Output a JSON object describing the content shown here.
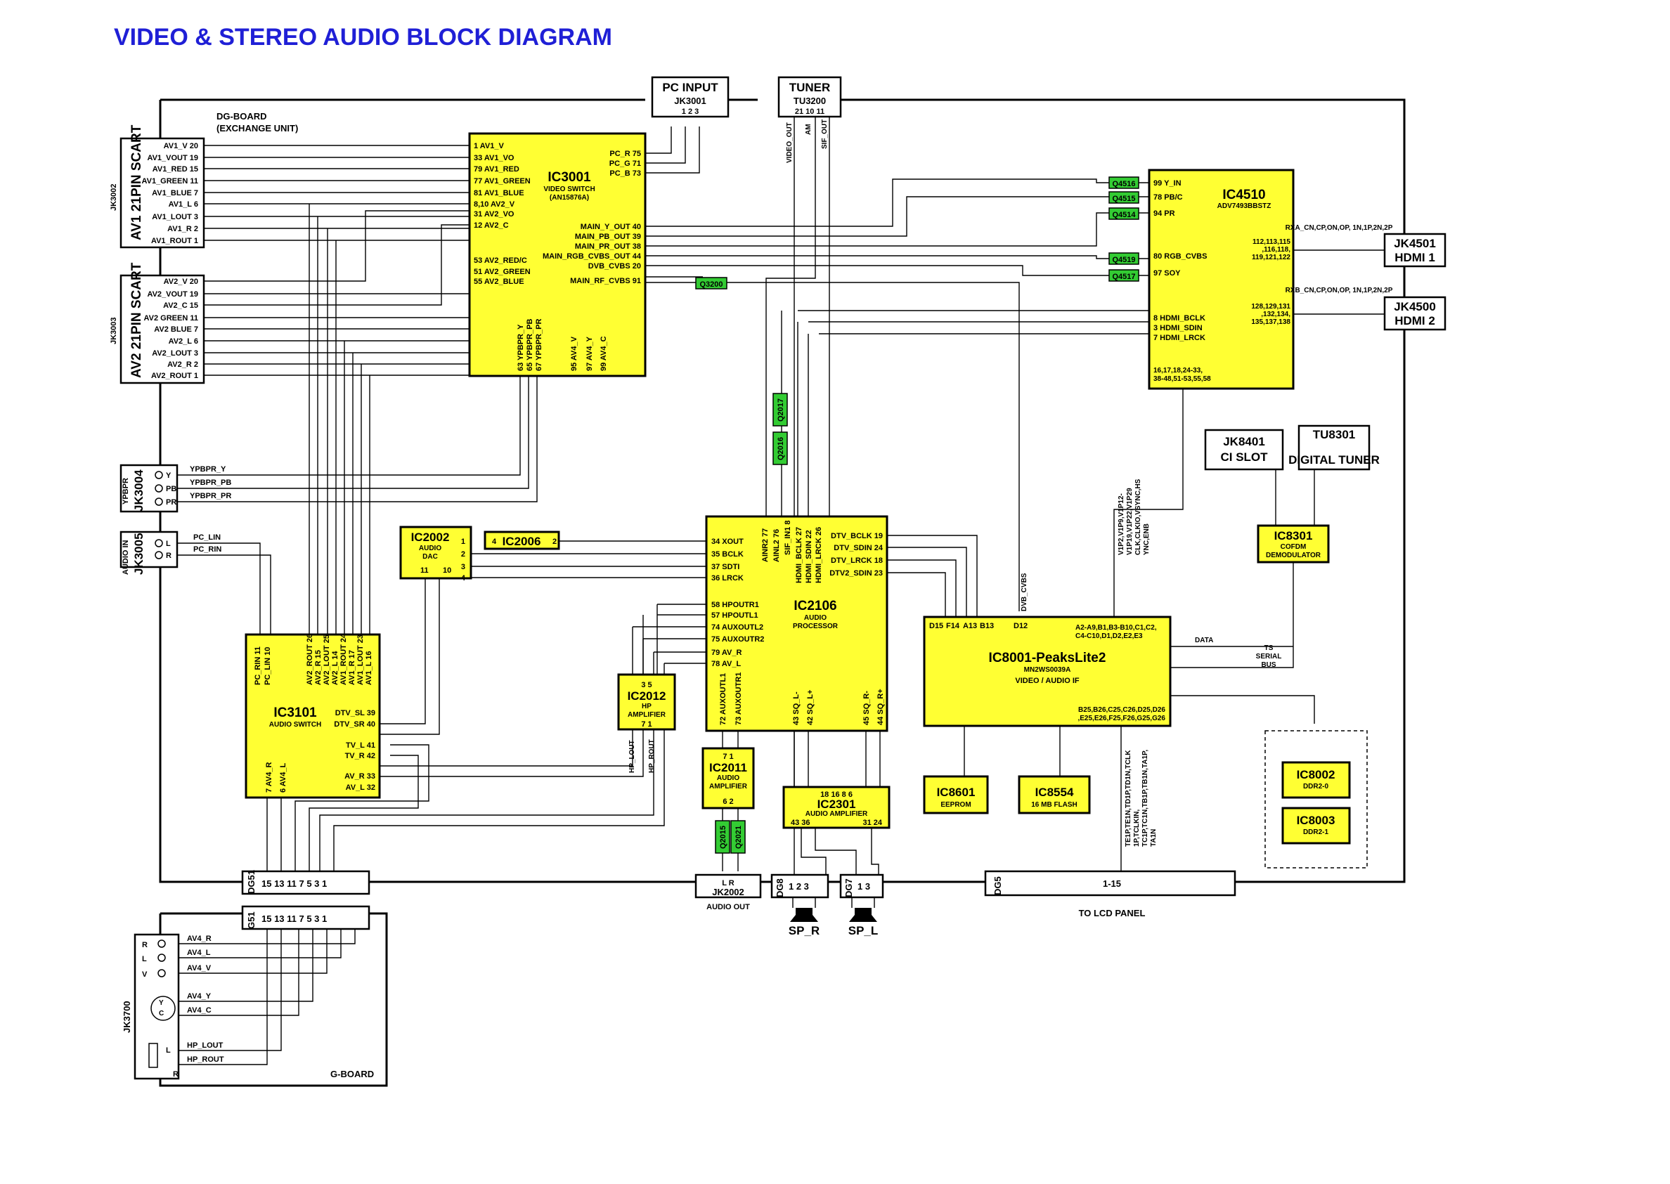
{
  "title": "VIDEO & STEREO AUDIO BLOCK DIAGRAM",
  "board_labels": {
    "dg_board_1": "DG-BOARD",
    "dg_board_2": "(EXCHANGE UNIT)",
    "g_board": "G-BOARD",
    "to_lcd_panel": "TO LCD PANEL",
    "audio_out": "AUDIO OUT",
    "sp_r": "SP_R",
    "sp_l": "SP_L"
  },
  "connectors": {
    "pc_input": {
      "name": "PC INPUT",
      "ref": "JK3001",
      "pins": "1 2 3"
    },
    "tuner": {
      "name": "TUNER",
      "ref": "TU3200",
      "pins": "21 10 11"
    },
    "tuner_signals": [
      "VIDEO_OUT",
      "AM",
      "SIF_OUT"
    ],
    "jk3002": {
      "ref": "JK3002",
      "name": "AV1 21PIN SCART",
      "pins": [
        "AV1_V 20",
        "AV1_VOUT 19",
        "AV1_RED 15",
        "AV1_GREEN 11",
        "AV1_BLUE 7",
        "AV1_L 6",
        "AV1_LOUT 3",
        "AV1_R 2",
        "AV1_ROUT 1"
      ]
    },
    "jk3003": {
      "ref": "JK3003",
      "name": "AV2 21PIN SCART",
      "pins": [
        "AV2_V 20",
        "AV2_VOUT 19",
        "AV2_C 15",
        "AV2 GREEN 11",
        "AV2 BLUE 7",
        "AV2_L 6",
        "AV2_LOUT 3",
        "AV2_R 2",
        "AV2_ROUT 1"
      ]
    },
    "jk3004": {
      "ref": "JK3004",
      "side": "YPBPR",
      "pins": [
        "Y",
        "PB",
        "PR"
      ],
      "signals": [
        "YPBPR_Y",
        "YPBPR_PB",
        "YPBPR_PR"
      ]
    },
    "jk3005": {
      "ref": "JK3005",
      "side": "AUDIO IN",
      "pins": [
        "L",
        "R"
      ],
      "signals": [
        "PC_LIN",
        "PC_RIN"
      ]
    },
    "jk4501": {
      "ref": "JK4501",
      "name": "HDMI 1",
      "bus": "RXA_CN,CP,ON,OP, 1N,1P,2N,2P"
    },
    "jk4500": {
      "ref": "JK4500",
      "name": "HDMI 2",
      "bus": "RXB_CN,CP,ON,OP, 1N,1P,2N,2P"
    },
    "jk8401": {
      "ref": "JK8401",
      "name": "CI SLOT"
    },
    "tu8301": {
      "ref": "TU8301",
      "name": "DIGITAL TUNER"
    },
    "jk2002": {
      "ref": "JK2002",
      "pins": "L R"
    },
    "dg51": {
      "ref": "DG51",
      "pins": "15 13 11 7 5 3 1"
    },
    "g51": {
      "ref": "G51",
      "pins": "15 13 11 7 5 3 1"
    },
    "dg8": {
      "ref": "DG8",
      "pins": "1 2 3"
    },
    "dg7": {
      "ref": "DG7",
      "pins": "1 3"
    },
    "dg5": {
      "ref": "DG5",
      "pins": "1-15"
    },
    "jk3700": {
      "ref": "JK3700",
      "pins": [
        "R",
        "L",
        "V",
        "Y",
        "C",
        "L",
        "R"
      ],
      "signals": [
        "AV4_R",
        "AV4_L",
        "AV4_V",
        "AV4_Y",
        "AV4_C",
        "HP_LOUT",
        "HP_ROUT"
      ]
    }
  },
  "ics": {
    "ic3001": {
      "name": "IC3001",
      "desc": "VIDEO SWITCH",
      "part": "(AN15876A)",
      "left_pins": [
        "1 AV1_V",
        "33 AV1_VO",
        "79 AV1_RED",
        "77 AV1_GREEN",
        "81 AV1_BLUE",
        "8,10 AV2_V",
        "31 AV2_VO",
        "12 AV2_C",
        "53 AV2_RED/C",
        "51 AV2_GREEN",
        "55 AV2_BLUE"
      ],
      "right_pins": [
        "PC_R 75",
        "PC_G 71",
        "PC_B 73",
        "MAIN_Y_OUT 40",
        "MAIN_PB_OUT 39",
        "MAIN_PR_OUT 38",
        "MAIN_RGB_CVBS_OUT 44",
        "DVB_CVBS 20",
        "MAIN_RF_CVBS 91"
      ],
      "bottom_pins": [
        "63 YPBPR_Y",
        "65 YPBPR_PB",
        "67 YPBPR_PR",
        "95 AV4_V",
        "97 AV4_Y",
        "99 AV4_C"
      ]
    },
    "ic4510": {
      "name": "IC4510",
      "part": "ADV7493BBSTZ",
      "left_pins": [
        "99 Y_IN",
        "78 PB/C",
        "94 PR",
        "80 RGB_CVBS",
        "97 SOY",
        "8 HDMI_BCLK",
        "3 HDMI_SDIN",
        "7 HDMI_LRCK"
      ],
      "right_a": [
        "112,113,115",
        ",116,118,",
        "119,121,122"
      ],
      "right_b": [
        "128,129,131",
        ",132,134,",
        "135,137,138"
      ],
      "bottom": [
        "16,17,18,24-33,",
        "38-48,51-53,55,58"
      ]
    },
    "ic2106": {
      "name": "IC2106",
      "desc": "AUDIO",
      "desc2": "PROCESSOR",
      "left_pins": [
        "34 XOUT",
        "35 BCLK",
        "37 SDTI",
        "36 LRCK",
        "58 HPOUTR1",
        "57 HPOUTL1",
        "74 AUXOUTL2",
        "75 AUXOUTR2",
        "79 AV_R",
        "78 AV_L"
      ],
      "top_pins": [
        "AINR2 77",
        "AINL2 76",
        "SIF_IN1 8",
        "HDMI_BCLK 27",
        "HDMI_SDIN 22",
        "HDMI_LRCK 26"
      ],
      "right_pins": [
        "DTV_BCLK 19",
        "DTV_SDIN 24",
        "DTV_LRCK 18",
        "DTV2_SDIN 23"
      ],
      "bottom_pins": [
        "72 AUXOUTL1",
        "73 AUXOUTR1",
        "43 SQ_L-",
        "42 SQ_L+",
        "45 SQ_R-",
        "44 SQ_R+"
      ]
    },
    "ic8001": {
      "name": "IC8001-PeaksLite2",
      "part": "MN2WS0039A",
      "desc": "VIDEO / AUDIO IF",
      "top_pins": [
        "D15",
        "F14",
        "A13",
        "B13",
        "D12"
      ],
      "top_right": [
        "A2-A9,B1,B3-B10,C1,C2,",
        "C4-C10,D1,D2,E2,E3"
      ],
      "bottom": [
        "B25,B26,C25,C26,D25,D26",
        ",E25,E26,F25,F26,G25,G26"
      ]
    },
    "ic3101": {
      "name": "IC3101",
      "desc": "AUDIO SWITCH",
      "top_pins": [
        "PC_RIN 11",
        "PC_LIN 10",
        "AV2_ROUT 26",
        "AV2_R 15",
        "AV2_LOUT 25",
        "AV2_L 14",
        "AV1_ROUT 24",
        "AV1_R 17",
        "AV1_LOUT 23",
        "AV1_L 16"
      ],
      "right_pins": [
        "DTV_SL 39",
        "DTV_SR 40",
        "TV_L 41",
        "TV_R 42",
        "AV_R 33",
        "AV_L 32"
      ],
      "bottom_pins": [
        "7 AV4_R",
        "6 AV4_L"
      ]
    },
    "ic2002": {
      "name": "IC2002",
      "desc": "AUDIO",
      "desc2": "DAC",
      "pins_right": [
        "1",
        "2",
        "3",
        "4"
      ],
      "pins_bottom": [
        "11",
        "10"
      ]
    },
    "ic2006": {
      "name": "IC2006",
      "pin_l": "4",
      "pin_r": "2"
    },
    "ic2012": {
      "name": "IC2012",
      "desc": "HP",
      "desc2": "AMPLIFIER",
      "top": "3 5",
      "bottom": "7 1",
      "outs": [
        "HP_LOUT",
        "HP_ROUT"
      ]
    },
    "ic2011": {
      "name": "IC2011",
      "desc": "AUDIO",
      "desc2": "AMPLIFIER",
      "top": "7 1",
      "bottom": "6 2"
    },
    "ic2301": {
      "name": "IC2301",
      "desc": "AUDIO AMPLIFIER",
      "top": "18 16 8 6",
      "bottom_l": "43 36",
      "bottom_r": "31 24"
    },
    "ic8301": {
      "name": "IC8301",
      "desc": "COFDM",
      "desc2": "DEMODULATOR"
    },
    "ic8601": {
      "name": "IC8601",
      "desc": "EEPROM"
    },
    "ic8554": {
      "name": "IC8554",
      "desc": "16 MB FLASH"
    },
    "ic8002": {
      "name": "IC8002",
      "desc": "DDR2-0"
    },
    "ic8003": {
      "name": "IC8003",
      "desc": "DDR2-1"
    }
  },
  "transistors": [
    "Q4516",
    "Q4515",
    "Q4514",
    "Q4519",
    "Q4517",
    "Q3200",
    "Q2017",
    "Q2016",
    "Q2015",
    "Q2021"
  ],
  "signal_labels": {
    "dvb_cvbs": "DVB_CVBS",
    "bus_8001_a": [
      "V1P2,V1P9,V1P12-",
      "V1P19,V1P22,V1P29",
      "CLK,CLKIO,VSYNC,HS",
      "YNC,ENB"
    ],
    "data": "DATA",
    "ts_serial_bus": [
      "TS",
      "SERIAL",
      "BUS"
    ],
    "lcd_bus": [
      "TE1P,TE1N,TD1P,TD1N,TCLK",
      "1P,TCLKIN,",
      "TC1P,TC1N,TB1P,TB1N,TA1P,",
      "TA1N"
    ]
  },
  "colors": {
    "title": "#1f1fd6",
    "chip": "#ffff33",
    "transistor": "#33cc33"
  }
}
